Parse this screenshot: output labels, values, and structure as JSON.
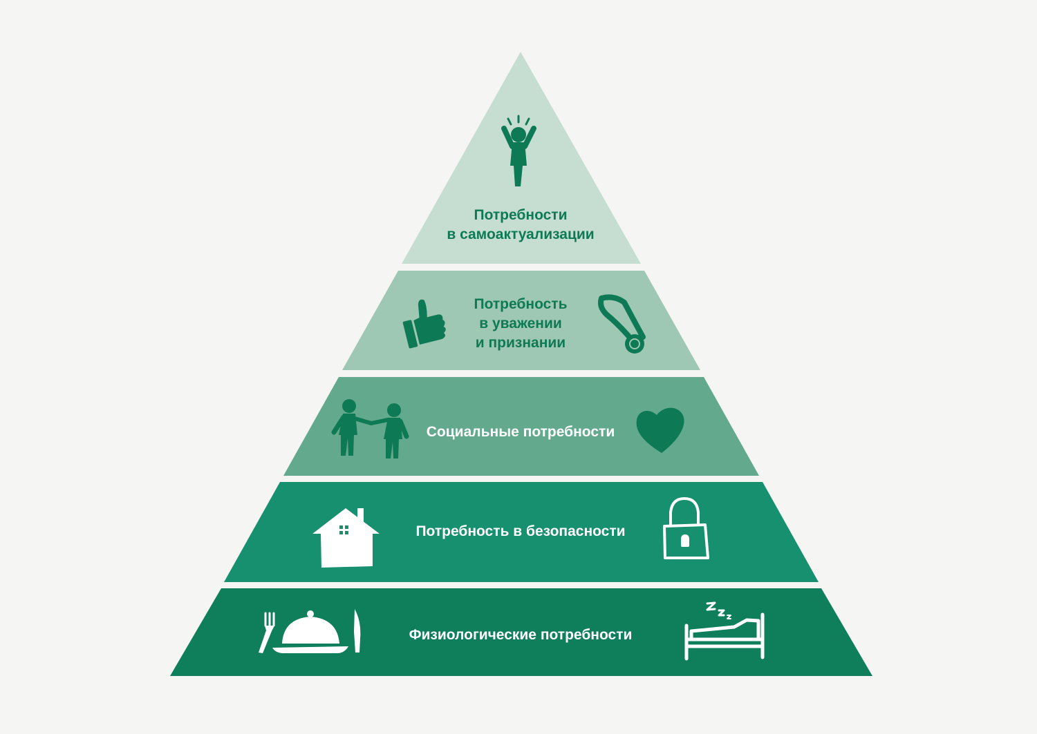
{
  "palette": {
    "background": "#f5f5f4",
    "level1": "#c6ddd1",
    "level2": "#9ec8b3",
    "level3": "#63a98d",
    "level4": "#17906f",
    "level5": "#0f7e5b",
    "dark_text": "#0e7a55",
    "light_text": "#ffffff"
  },
  "levels": [
    {
      "id": "self-actualization",
      "lines": [
        "Потребности",
        "в самоактуализации"
      ],
      "icons": [
        "cheering-person-icon"
      ]
    },
    {
      "id": "esteem",
      "lines": [
        "Потребность",
        "в уважении",
        "и признании"
      ],
      "icons": [
        "thumbs-up-icon",
        "medal-icon"
      ]
    },
    {
      "id": "social",
      "lines": [
        "Социальные потребности"
      ],
      "icons": [
        "holding-hands-icon",
        "heart-icon"
      ]
    },
    {
      "id": "safety",
      "lines": [
        "Потребность в безопасности"
      ],
      "icons": [
        "house-icon",
        "padlock-icon"
      ]
    },
    {
      "id": "physiological",
      "lines": [
        "Физиологические потребности"
      ],
      "icons": [
        "food-cloche-icon",
        "sleeping-bed-icon"
      ]
    }
  ]
}
